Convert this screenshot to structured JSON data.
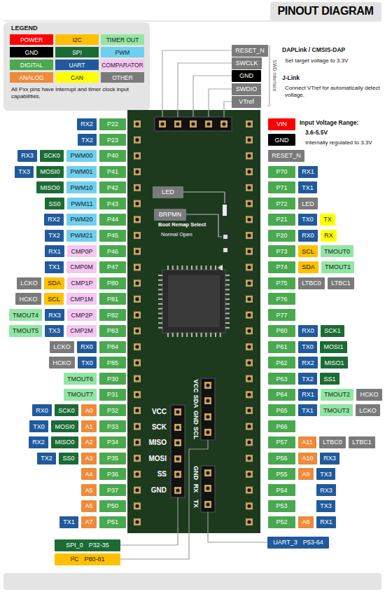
{
  "diagram": {
    "title": "PINOUT DIAGRAM",
    "nodes": [
      {
        "text": [
          "RX2"
        ]
      },
      {
        "text": [
          "P22"
        ]
      },
      {
        "text": [
          "TX2"
        ]
      },
      {
        "text": [
          "P23"
        ]
      },
      {
        "text": [
          "RX3"
        ]
      },
      {
        "text": [
          "SCK0"
        ]
      },
      {
        "text": [
          "PWM00"
        ]
      },
      {
        "text": [
          "P40"
        ]
      },
      {
        "text": [
          "TX3"
        ]
      },
      {
        "text": [
          "MOSI0"
        ]
      },
      {
        "text": [
          "PWM01"
        ]
      },
      {
        "text": [
          "P41"
        ]
      },
      {
        "text": [
          "MISO0"
        ]
      },
      {
        "text": [
          "PWM10"
        ]
      },
      {
        "text": [
          "P42"
        ]
      },
      {
        "text": [
          "SS0"
        ]
      },
      {
        "text": [
          "PWM11"
        ]
      },
      {
        "text": [
          "P43"
        ]
      },
      {
        "text": [
          "RX2"
        ]
      },
      {
        "text": [
          "PWM20"
        ]
      },
      {
        "text": [
          "P44"
        ]
      },
      {
        "text": [
          "TX2"
        ]
      },
      {
        "text": [
          "PWM21"
        ]
      },
      {
        "text": [
          "P45"
        ]
      },
      {
        "text": [
          "RX1"
        ]
      },
      {
        "text": [
          "CMP0P"
        ]
      },
      {
        "text": [
          "P46"
        ]
      },
      {
        "text": [
          "TX1"
        ]
      },
      {
        "text": [
          "CMP0M"
        ]
      },
      {
        "text": [
          "P47"
        ]
      },
      {
        "text": [
          "LCKO"
        ]
      },
      {
        "text": [
          "SDA"
        ]
      },
      {
        "text": [
          "CMP1P"
        ]
      },
      {
        "text": [
          "P80"
        ]
      },
      {
        "text": [
          "HCKO"
        ]
      },
      {
        "text": [
          "SCL"
        ]
      },
      {
        "text": [
          "CMP1M"
        ]
      },
      {
        "text": [
          "P81"
        ]
      },
      {
        "text": [
          "TMOUT4"
        ]
      },
      {
        "text": [
          "RX3"
        ]
      },
      {
        "text": [
          "CMP2P"
        ]
      },
      {
        "text": [
          "P82"
        ]
      },
      {
        "text": [
          "TMOUT5"
        ]
      },
      {
        "text": [
          "TX3"
        ]
      },
      {
        "text": [
          "CMP2M"
        ]
      },
      {
        "text": [
          "P83"
        ]
      },
      {
        "text": [
          "LCKO"
        ]
      },
      {
        "text": [
          "RX0"
        ]
      },
      {
        "text": [
          "P84"
        ]
      },
      {
        "text": [
          "HCKO"
        ]
      },
      {
        "text": [
          "TX0"
        ]
      },
      {
        "text": [
          "P85"
        ]
      },
      {
        "text": [
          "TMOUT6"
        ]
      },
      {
        "text": [
          "P30"
        ]
      },
      {
        "text": [
          "TMOUT7"
        ]
      },
      {
        "text": [
          "P31"
        ]
      },
      {
        "text": [
          "RX0"
        ]
      },
      {
        "text": [
          "SCK0"
        ]
      },
      {
        "text": [
          "A0"
        ]
      },
      {
        "text": [
          "P32"
        ]
      },
      {
        "text": [
          "TX0"
        ]
      },
      {
        "text": [
          "MOSI0"
        ]
      },
      {
        "text": [
          "A1"
        ]
      },
      {
        "text": [
          "P33"
        ]
      },
      {
        "text": [
          "RX2"
        ]
      },
      {
        "text": [
          "MISO0"
        ]
      },
      {
        "text": [
          "A2"
        ]
      },
      {
        "text": [
          "P34"
        ]
      },
      {
        "text": [
          "TX2"
        ]
      },
      {
        "text": [
          "SS0"
        ]
      },
      {
        "text": [
          "A3"
        ]
      },
      {
        "text": [
          "P35"
        ]
      },
      {
        "text": [
          "A4"
        ]
      },
      {
        "text": [
          "P36"
        ]
      },
      {
        "text": [
          "A5"
        ]
      },
      {
        "text": [
          "P37"
        ]
      },
      {
        "text": [
          "A6"
        ]
      },
      {
        "text": [
          "P50"
        ]
      },
      {
        "text": [
          "TX1"
        ]
      },
      {
        "text": [
          "A7"
        ]
      },
      {
        "text": [
          "P51"
        ]
      },
      {
        "text": [
          "VIN"
        ]
      },
      {
        "text": [
          "GND"
        ]
      },
      {
        "text": [
          "RESET_N"
        ]
      },
      {
        "text": [
          "P70"
        ]
      },
      {
        "text": [
          "RX1"
        ]
      },
      {
        "text": [
          "P71"
        ]
      },
      {
        "text": [
          "TX1"
        ]
      },
      {
        "text": [
          "P72"
        ]
      },
      {
        "text": [
          "LED"
        ]
      },
      {
        "text": [
          "P21"
        ]
      },
      {
        "text": [
          "TX0"
        ]
      },
      {
        "text": [
          "TX"
        ]
      },
      {
        "text": [
          "P20"
        ]
      },
      {
        "text": [
          "RX0"
        ]
      },
      {
        "text": [
          "RX"
        ]
      },
      {
        "text": [
          "P73"
        ]
      },
      {
        "text": [
          "SCL"
        ]
      },
      {
        "text": [
          "TMOUT0"
        ]
      },
      {
        "text": [
          "P74"
        ]
      },
      {
        "text": [
          "SDA"
        ]
      },
      {
        "text": [
          "TMOUT1"
        ]
      },
      {
        "text": [
          "P75"
        ]
      },
      {
        "text": [
          "LTBC0"
        ]
      },
      {
        "text": [
          "LTBC1"
        ]
      },
      {
        "text": [
          "P76"
        ]
      },
      {
        "text": [
          "P77"
        ]
      },
      {
        "text": [
          "P60"
        ]
      },
      {
        "text": [
          "RX0"
        ]
      },
      {
        "text": [
          "SCK1"
        ]
      },
      {
        "text": [
          "P61"
        ]
      },
      {
        "text": [
          "TX0"
        ]
      },
      {
        "text": [
          "MOSI1"
        ]
      },
      {
        "text": [
          "P62"
        ]
      },
      {
        "text": [
          "RX2"
        ]
      },
      {
        "text": [
          "MISO1"
        ]
      },
      {
        "text": [
          "P63"
        ]
      },
      {
        "text": [
          "TX2"
        ]
      },
      {
        "text": [
          "SS1"
        ]
      },
      {
        "text": [
          "P64"
        ]
      },
      {
        "text": [
          "RX1"
        ]
      },
      {
        "text": [
          "TMOUT2"
        ]
      },
      {
        "text": [
          "HCKO"
        ]
      },
      {
        "text": [
          "P65"
        ]
      },
      {
        "text": [
          "TX1"
        ]
      },
      {
        "text": [
          "TMOUT3"
        ]
      },
      {
        "text": [
          "LCKO"
        ]
      },
      {
        "text": [
          "P66"
        ]
      },
      {
        "text": [
          "P57"
        ]
      },
      {
        "text": [
          "A11"
        ]
      },
      {
        "text": [
          "LTBC0"
        ]
      },
      {
        "text": [
          "LTBC1"
        ]
      },
      {
        "text": [
          "P56"
        ]
      },
      {
        "text": [
          "A10"
        ]
      },
      {
        "text": [
          "RX3"
        ]
      },
      {
        "text": [
          "P55"
        ]
      },
      {
        "text": [
          "A9"
        ]
      },
      {
        "text": [
          "TX3"
        ]
      },
      {
        "text": [
          "P54"
        ]
      },
      {
        "text": [
          "RX3"
        ]
      },
      {
        "text": [
          "P53"
        ]
      },
      {
        "text": [
          "TX3"
        ]
      },
      {
        "text": [
          "P52"
        ]
      },
      {
        "text": [
          "A8"
        ]
      },
      {
        "text": [
          "RX1"
        ]
      },
      {
        "text": [
          "RESET_N"
        ]
      },
      {
        "text": [
          "SWCLK"
        ]
      },
      {
        "text": [
          "GND"
        ]
      },
      {
        "text": [
          "SWDIO"
        ]
      },
      {
        "text": [
          "VTref"
        ]
      },
      {
        "text": [
          "LED"
        ]
      },
      {
        "text": [
          "BRPMN"
        ]
      },
      {
        "text": [
          "SPI_0",
          "P32-35"
        ]
      },
      {
        "text": [
          "I²C",
          "P80-81"
        ]
      },
      {
        "text": [
          "UART_3",
          "P53-64"
        ]
      }
    ],
    "labels": [
      "LEGEND",
      "All Pxx pins have interrupt and timer clock input capabilities.",
      "DAPLink / CMSIS-DAP",
      "Set target voltage to 3.3V",
      "J-Link",
      "Connect VTref for automatically detect voltage.",
      "SWD Interface",
      "Input Voltage Range:",
      "3.6-5.5V",
      "Internally regulated to 3.3V",
      "Boot Remap Select",
      "Normal Open",
      "VCC",
      "SCK",
      "MISO",
      "MOSI",
      "SS",
      "GND",
      "VCC",
      "SDA",
      "GND",
      "SCL",
      "GND",
      "RX",
      "TX"
    ],
    "legend": [
      {
        "text": "POWER",
        "color": "#ff0000"
      },
      {
        "text": "I2C",
        "color": "#ffc000"
      },
      {
        "text": "TIMER OUT",
        "color": "#92e6a4"
      },
      {
        "text": "GND",
        "color": "#000000"
      },
      {
        "text": "SPI",
        "color": "#1b6b35"
      },
      {
        "text": "PWM",
        "color": "#6fd0ee"
      },
      {
        "text": "DIGITAL",
        "color": "#4aa84f"
      },
      {
        "text": "UART",
        "color": "#215a9c"
      },
      {
        "text": "COMPARATOR",
        "color": "#f6c6f4"
      },
      {
        "text": "ANALOG",
        "color": "#ef8a3a"
      },
      {
        "text": "CAN",
        "color": "#ffff00"
      },
      {
        "text": "OTHER",
        "color": "#7a7a7a"
      }
    ]
  }
}
